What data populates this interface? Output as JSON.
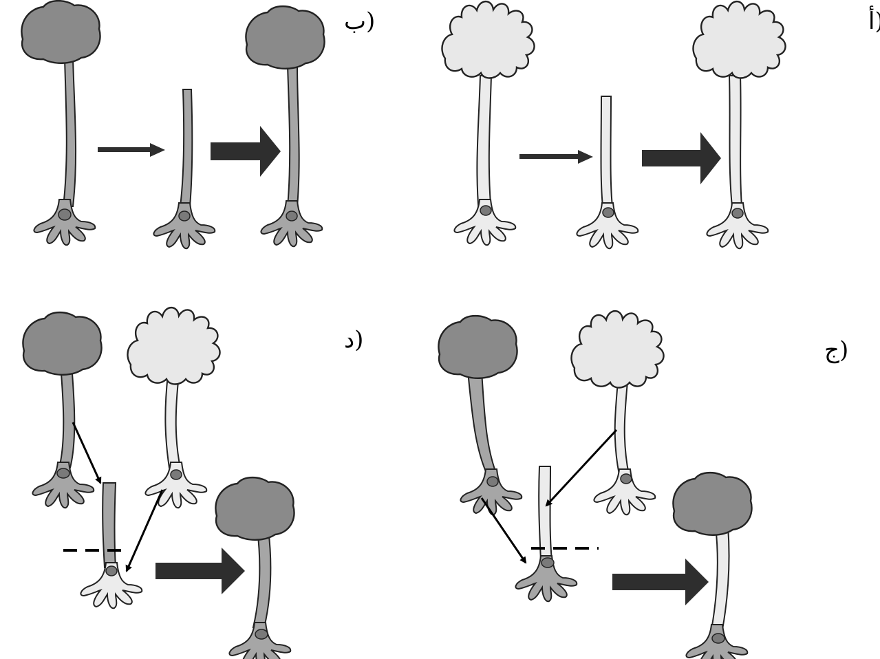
{
  "panels": [
    {
      "id": "a",
      "label": "أ)"
    },
    {
      "id": "b",
      "label": "ب)"
    },
    {
      "id": "c",
      "label": "ج)"
    },
    {
      "id": "d",
      "label": "د)"
    }
  ],
  "colors": {
    "dark_cap": "#8a8a8a",
    "light_cap": "#e8e8e8",
    "dark_stalk": "#a6a6a6",
    "light_stalk": "#ececec",
    "nucleus": "#7a7a7a",
    "outline": "#222222",
    "arrow": "#2e2e2e"
  }
}
